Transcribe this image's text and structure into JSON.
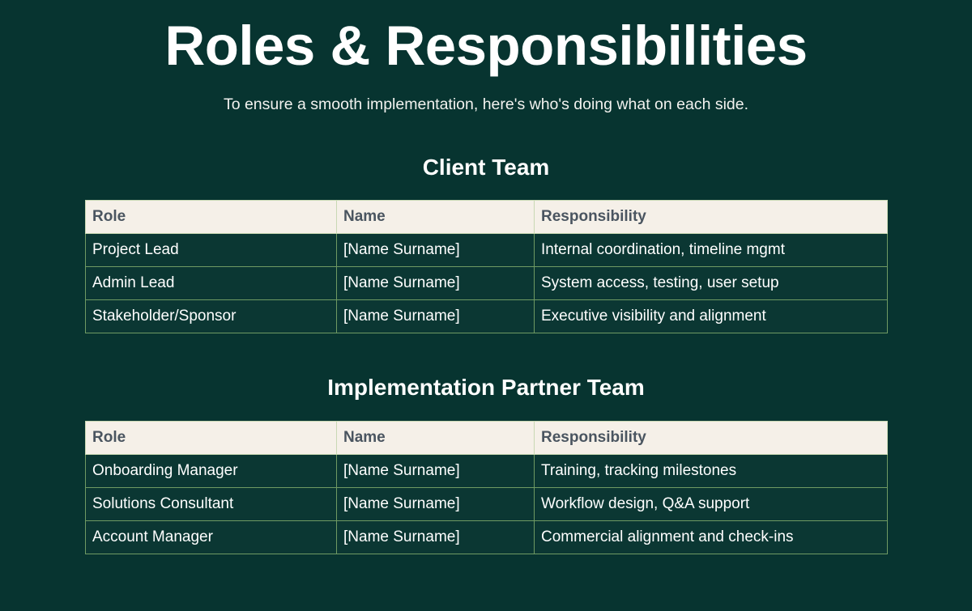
{
  "page": {
    "title": "Roles & Responsibilities",
    "subtitle": "To ensure a smooth implementation, here's who's doing what on each side."
  },
  "theme": {
    "background": "#073430",
    "header_background": "#F5F0E8",
    "header_text": "#4A5560",
    "body_text": "#FFFFFF",
    "row_background": "#0B3733",
    "border": "#6F9A63",
    "header_border": "#C9D9B4"
  },
  "sections": [
    {
      "heading": "Client Team",
      "columns": [
        "Role",
        "Name",
        "Responsibility"
      ],
      "rows": [
        [
          "Project Lead",
          "[Name Surname]",
          "Internal coordination, timeline mgmt"
        ],
        [
          "Admin Lead",
          "[Name Surname]",
          "System access, testing, user setup"
        ],
        [
          "Stakeholder/Sponsor",
          "[Name Surname]",
          "Executive visibility and alignment"
        ]
      ]
    },
    {
      "heading": "Implementation Partner Team",
      "columns": [
        "Role",
        "Name",
        "Responsibility"
      ],
      "rows": [
        [
          "Onboarding Manager",
          "[Name Surname]",
          "Training, tracking milestones"
        ],
        [
          "Solutions Consultant",
          "[Name Surname]",
          "Workflow design, Q&A support"
        ],
        [
          "Account Manager",
          "[Name Surname]",
          "Commercial alignment and check-ins"
        ]
      ]
    }
  ]
}
